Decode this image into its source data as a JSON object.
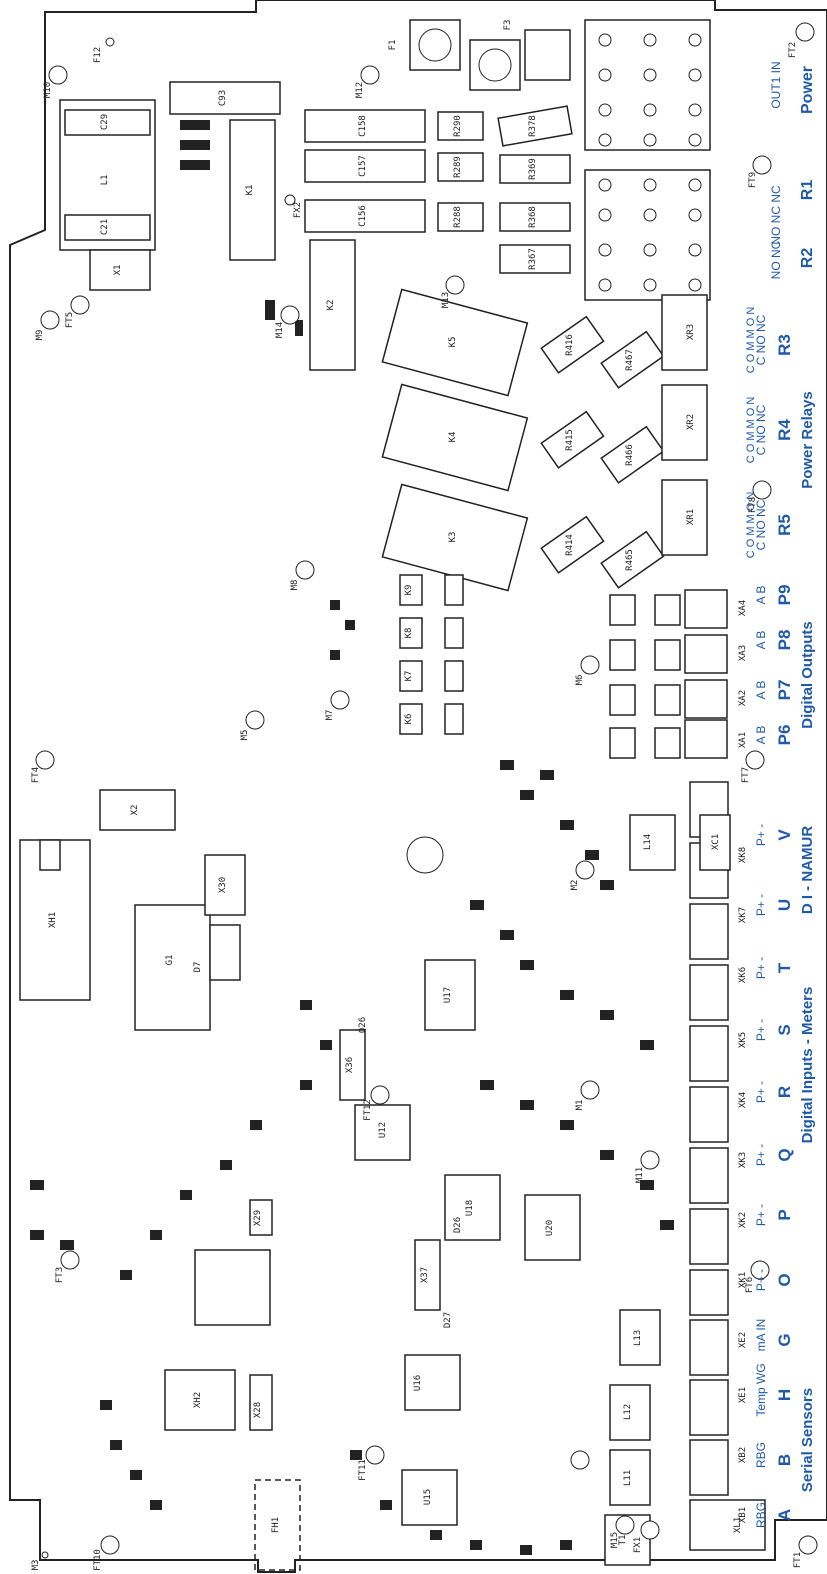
{
  "connector_groups": [
    {
      "name": "Power",
      "pins": "OUT1 IN"
    },
    {
      "name": "R1",
      "pins": "NO NC NC"
    },
    {
      "name": "R2",
      "pins": "NO NC"
    },
    {
      "name": "R3",
      "pins": "C NO NC"
    },
    {
      "name": "R4",
      "pins": "C NO NC"
    },
    {
      "name": "R5",
      "pins": "C NO NC"
    },
    {
      "name": "P9",
      "pins": "A B"
    },
    {
      "name": "P8",
      "pins": "A B"
    },
    {
      "name": "P7",
      "pins": "A B"
    },
    {
      "name": "P6",
      "pins": "A B"
    },
    {
      "name": "V",
      "pins": "P+ -"
    },
    {
      "name": "U",
      "pins": "P+ -"
    },
    {
      "name": "T",
      "pins": "P+ -"
    },
    {
      "name": "S",
      "pins": "P+ -"
    },
    {
      "name": "R",
      "pins": "P+ -"
    },
    {
      "name": "Q",
      "pins": "P+ -"
    },
    {
      "name": "P",
      "pins": "P+ -"
    },
    {
      "name": "O",
      "pins": "P+ -"
    },
    {
      "name": "G",
      "pins": "mA IN"
    },
    {
      "name": "H",
      "pins": "Temp WG"
    },
    {
      "name": "B",
      "pins": "RBG"
    },
    {
      "name": "A",
      "pins": "RBG"
    }
  ],
  "section_labels": {
    "power_relays": "Power Relays",
    "digital_outputs": "Digital Outputs",
    "di_namur": "D I - NAMUR",
    "digital_inputs_meters": "Digital Inputs - Meters",
    "serial_sensors": "Serial Sensors"
  },
  "relay_letters": {
    "r3": "C O M M O N",
    "r4": "C O M M O N",
    "r5": "C O M M O N"
  },
  "designators": {
    "fuses": [
      "F1",
      "F3"
    ],
    "resistors_top": [
      "R290",
      "R289",
      "R288",
      "R378",
      "R369",
      "R368",
      "R367"
    ],
    "caps_top": [
      "C158",
      "C157",
      "C156",
      "C93",
      "C29",
      "C21"
    ],
    "relays": [
      "K1",
      "K2",
      "K3",
      "K4",
      "K5"
    ],
    "big_resistors": [
      "R416",
      "R467",
      "R415",
      "R466",
      "R414",
      "R465"
    ],
    "xr": [
      "XR3",
      "XR2",
      "XR1"
    ],
    "xa": [
      "XA4",
      "XA3",
      "XA2",
      "XA1"
    ],
    "k_small": [
      "K9",
      "K8",
      "K7",
      "K6"
    ],
    "xk": [
      "XK8",
      "XK7",
      "XK6",
      "XK5",
      "XK4",
      "XK3",
      "XK2",
      "XK1"
    ],
    "xe": [
      "XE2",
      "XE1"
    ],
    "xb": [
      "XB2",
      "XB1"
    ],
    "ics": [
      "U17",
      "U12",
      "U18",
      "U20",
      "U16",
      "U15",
      "D7",
      "G1",
      "X36",
      "X37",
      "X28",
      "X29",
      "X30"
    ],
    "mid": [
      "L1",
      "X1",
      "X2",
      "XH1",
      "XH2",
      "XL1",
      "FH1",
      "L11",
      "L12",
      "L13",
      "XC1",
      "T1",
      "Q26",
      "D26",
      "D27",
      "L14"
    ],
    "fiducials": [
      "FT2",
      "FT9",
      "FT8",
      "FT7",
      "FT6",
      "FT1",
      "FT5",
      "FT4",
      "FT3",
      "FT10",
      "FT11",
      "FT12",
      "FX1",
      "FX2",
      "F12",
      "M10",
      "M12",
      "M13",
      "M14",
      "M9",
      "M8",
      "M7",
      "M6",
      "M5",
      "M3",
      "M2",
      "M1",
      "M11",
      "M15"
    ]
  }
}
